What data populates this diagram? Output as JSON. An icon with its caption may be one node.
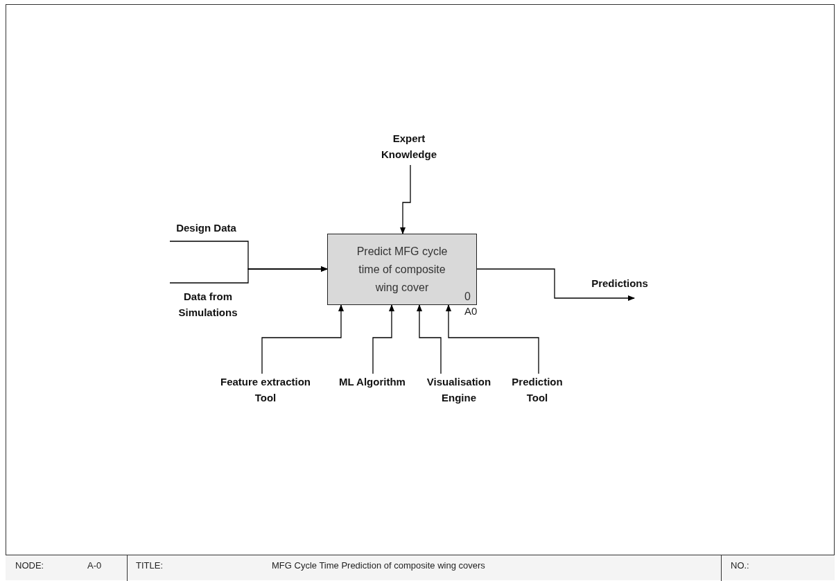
{
  "diagram": {
    "nodes": [
      {
        "text": [
          "Predict MFG cycle time of composite wing cover",
          "0"
        ],
        "beside": [
          "A0"
        ]
      },
      {
        "text": [
          "Expert Knowledge"
        ]
      },
      {
        "text": [
          "Design Data"
        ]
      },
      {
        "text": [
          "Data from Simulations"
        ]
      },
      {
        "text": [
          "Predictions"
        ]
      },
      {
        "text": [
          "Feature extraction Tool"
        ]
      },
      {
        "text": [
          "ML Algorithm"
        ]
      },
      {
        "text": [
          "Visualisation Engine"
        ]
      },
      {
        "text": [
          "Prediction Tool"
        ]
      }
    ],
    "edges": [
      {
        "from": 1,
        "to": 0,
        "arrow": "to"
      },
      {
        "from": 2,
        "to": 0,
        "arrow": "to"
      },
      {
        "from": 3,
        "to": 0,
        "arrow": "to"
      },
      {
        "from": 0,
        "to": 4,
        "arrow": "to"
      },
      {
        "from": 5,
        "to": 0,
        "arrow": "to"
      },
      {
        "from": 6,
        "to": 0,
        "arrow": "to"
      },
      {
        "from": 7,
        "to": 0,
        "arrow": "to"
      },
      {
        "from": 8,
        "to": 0,
        "arrow": "to"
      }
    ],
    "labels": [
      "NODE:",
      "A-0",
      "TITLE:",
      "MFG Cycle Time Prediction of composite wing covers",
      "NO.:"
    ]
  }
}
